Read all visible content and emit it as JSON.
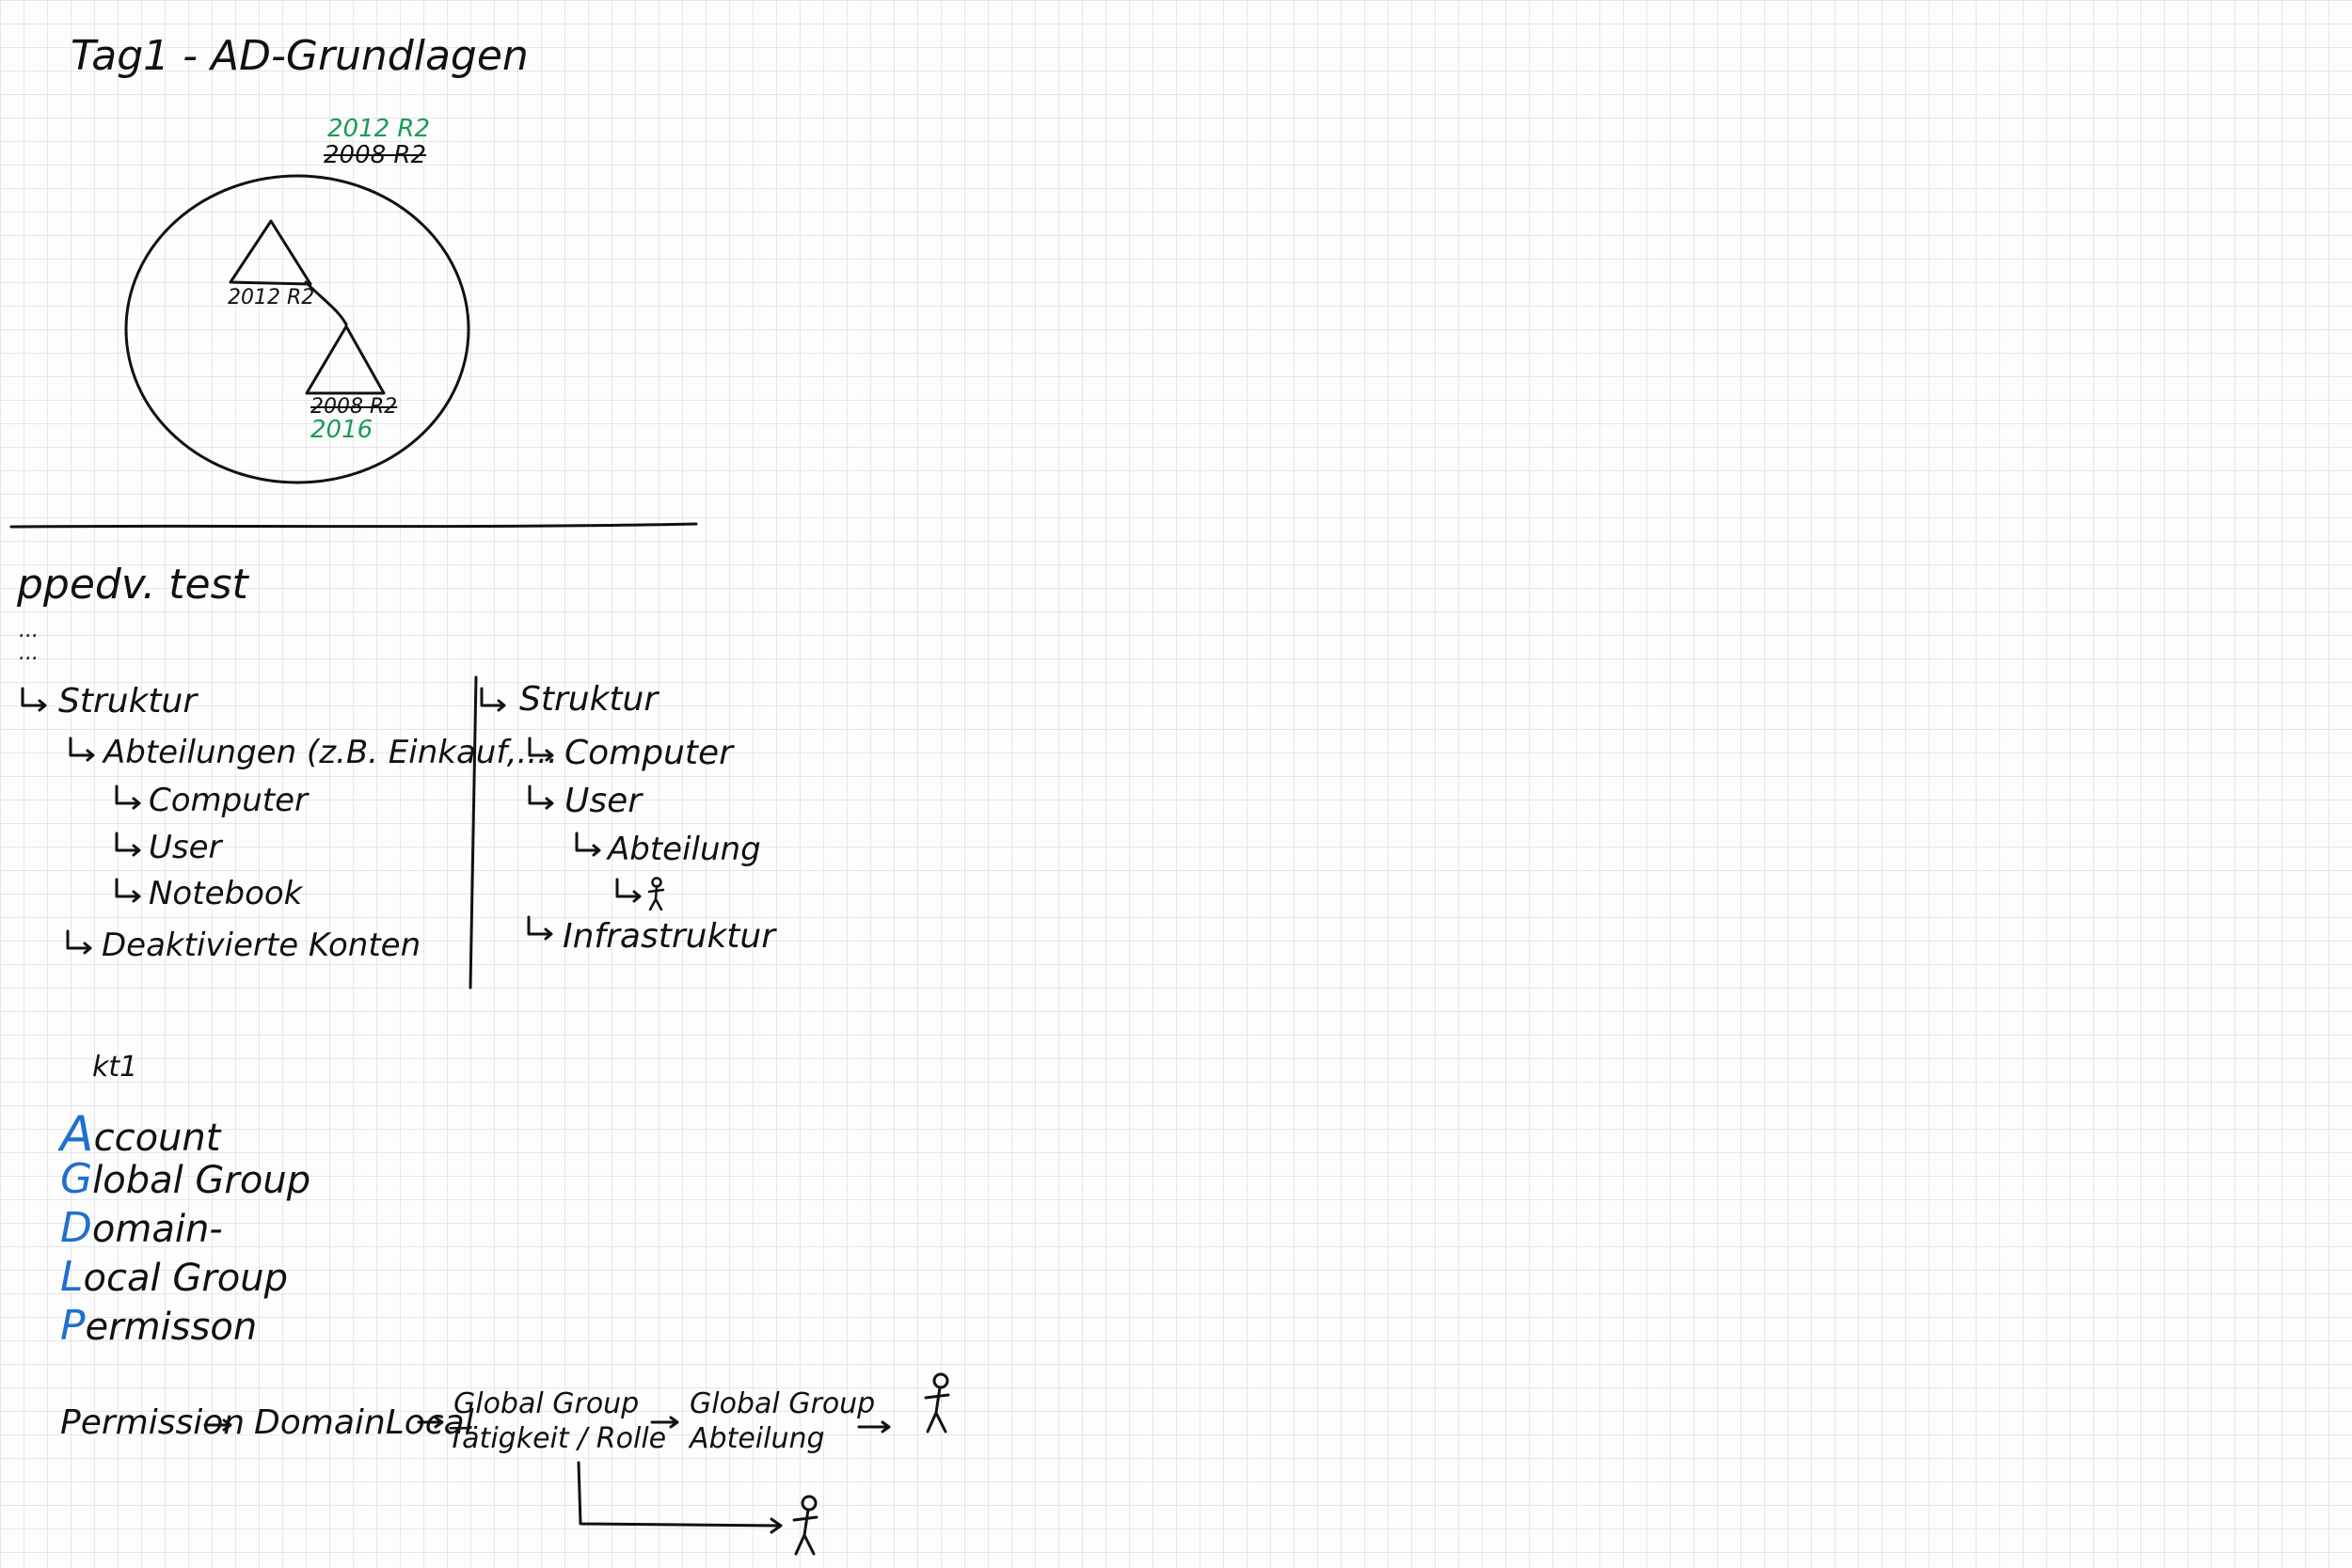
{
  "title": "Tag1 - AD-Grundlagen",
  "forest": {
    "new_top": "2012 R2",
    "old_top": "2008 R2",
    "parent_domain": "2012 R2",
    "child_old": "2008 R2",
    "child_new": "2016"
  },
  "domain_name": "ppedv. test",
  "ellipsis": [
    "...",
    "..."
  ],
  "left_tree": [
    "Struktur",
    "Abteilungen (z.B. Einkauf,....",
    "Computer",
    "User",
    "Notebook",
    "Deaktivierte Konten"
  ],
  "right_tree": [
    "Struktur",
    "Computer",
    "User",
    "Abteilung",
    "Infrastruktur"
  ],
  "agdlp": {
    "label": "kt1",
    "rows": [
      {
        "letter": "A",
        "rest": "ccount"
      },
      {
        "letter": "G",
        "rest": "lobal Group"
      },
      {
        "letter": "D",
        "rest": "omain-"
      },
      {
        "letter": "L",
        "rest": "ocal Group"
      },
      {
        "letter": "P",
        "rest": "ermisson"
      }
    ]
  },
  "flow": {
    "permission": "Permission",
    "domainlocal": "DomainLocal",
    "gg1_line1": "Global Group",
    "gg1_line2": "Tätigkeit / Rolle",
    "gg2_line1": "Global Group",
    "gg2_line2": "Abteilung"
  },
  "colors": {
    "ink": "#111111",
    "green": "#1a9a57",
    "blue": "#1f6fcf"
  }
}
